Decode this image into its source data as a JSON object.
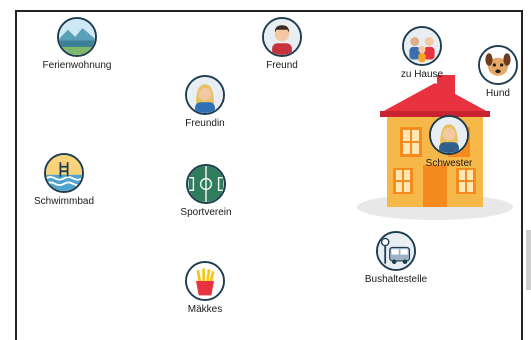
{
  "places": {
    "ferienwohnung": "Ferienwohnung",
    "freund": "Freund",
    "zu_hause": "zu Hause",
    "hund": "Hund",
    "freundin": "Freundin",
    "schwester": "Schwester",
    "schwimmbad": "Schwimmbad",
    "sportverein": "Sportverein",
    "bushaltestelle": "Bushaltestelle",
    "maekkes": "Mäkkes"
  },
  "colors": {
    "icon_border": "#1f3e52",
    "house_wall": "#f7b84a",
    "house_roof": "#e8323f",
    "field_green": "#2f7d5b"
  }
}
